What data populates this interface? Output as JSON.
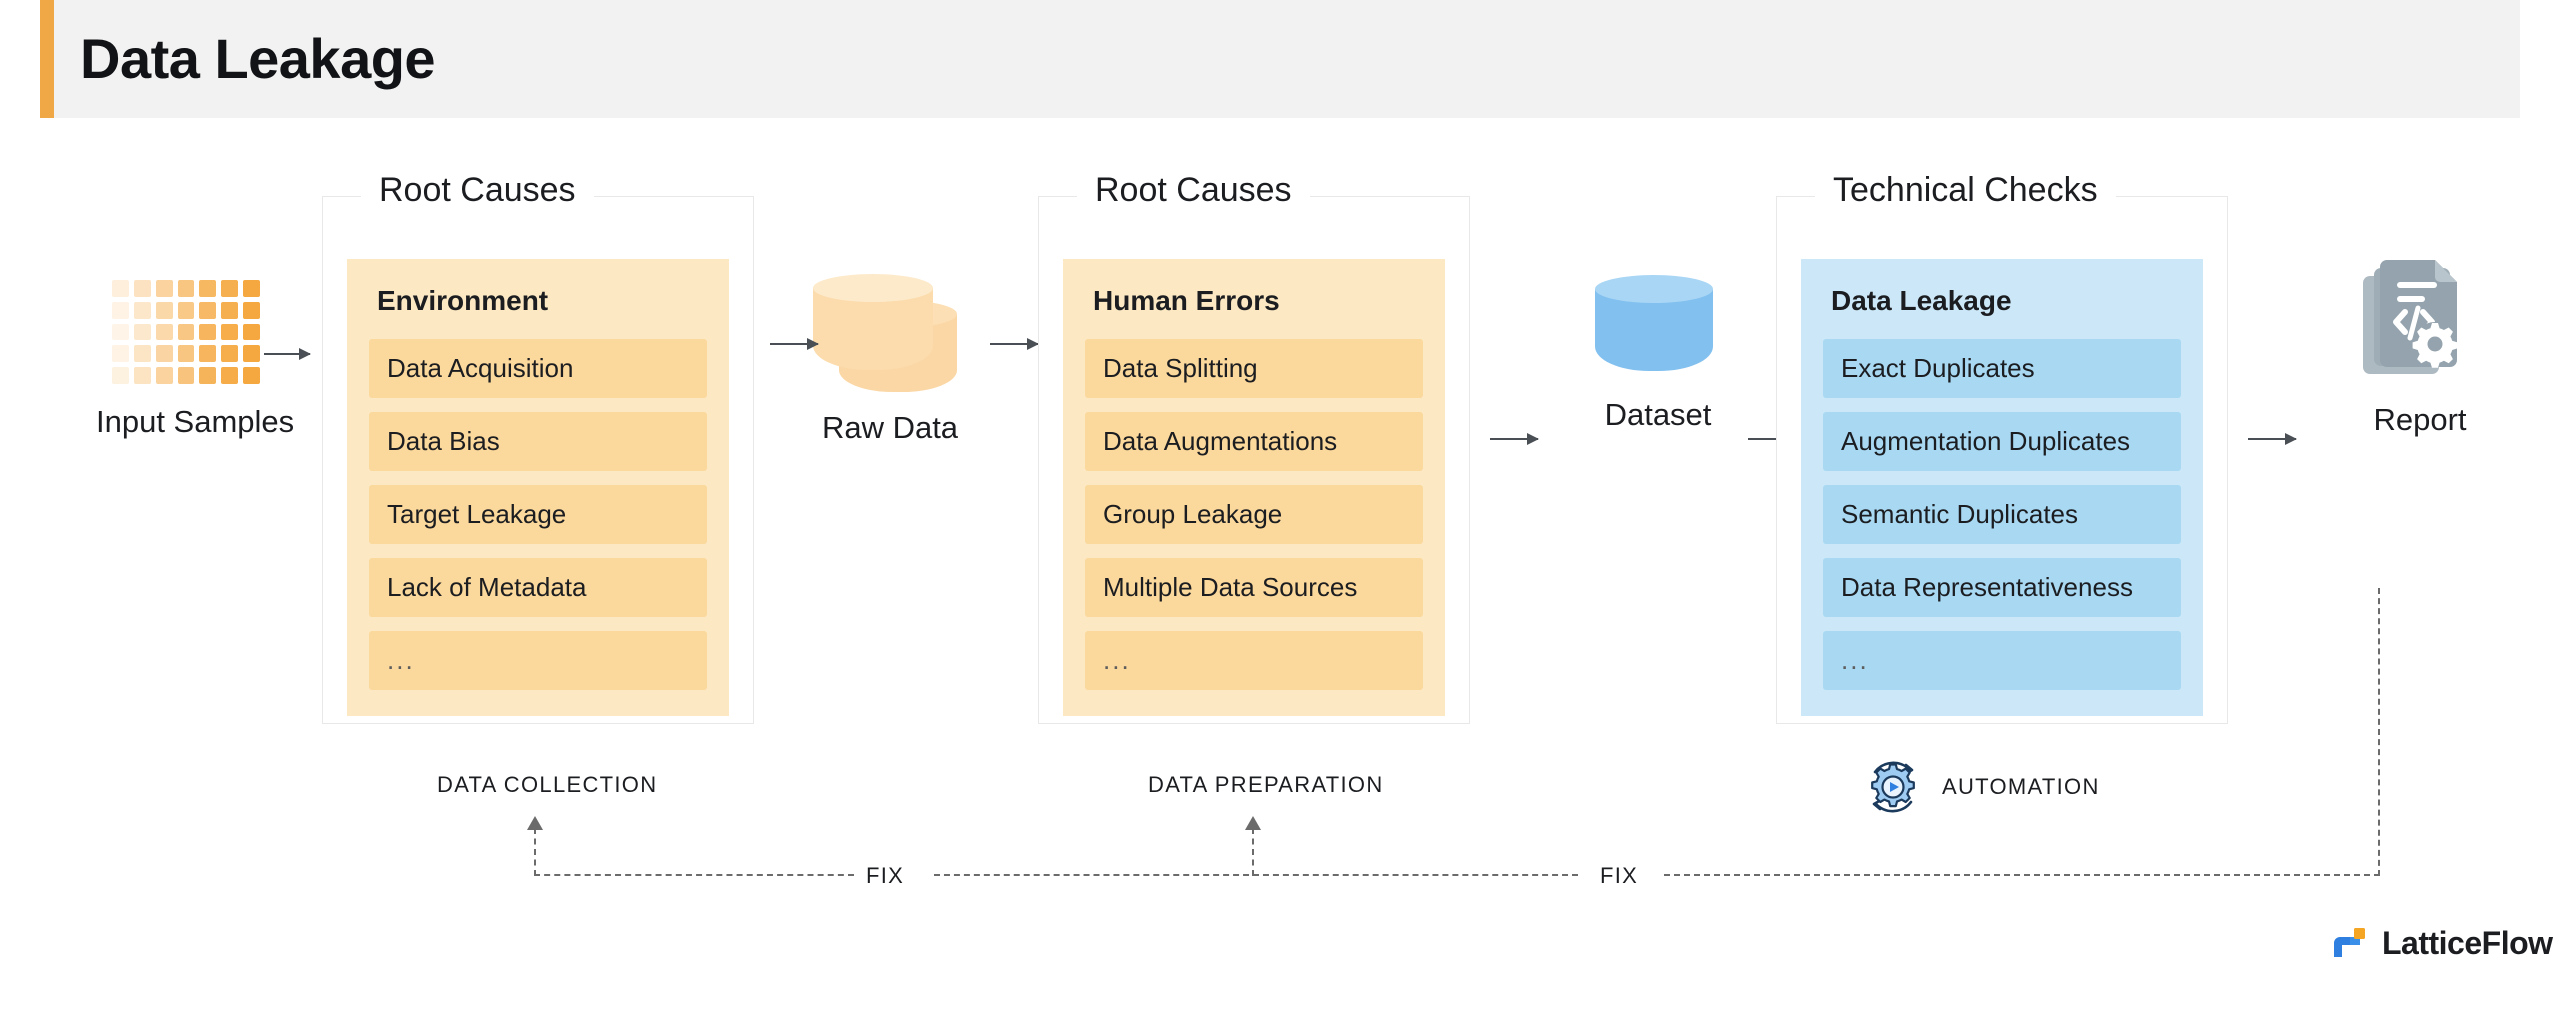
{
  "header": {
    "title": "Data Leakage",
    "accent_color": "#efa845",
    "background_color": "#f2f2f2"
  },
  "flow": {
    "nodes": [
      {
        "id": "input-samples",
        "caption": "Input Samples",
        "icon": "sample-grid-icon",
        "color": "#f5a83f"
      },
      {
        "id": "raw-data",
        "caption": "Raw Data",
        "icon": "database-cylinder-icon",
        "color": "#fbd7a5"
      },
      {
        "id": "dataset",
        "caption": "Dataset",
        "icon": "database-cylinder-icon",
        "color": "#82c0ef"
      },
      {
        "id": "report",
        "caption": "Report",
        "icon": "report-document-icon",
        "color": "#9aa8b0"
      }
    ]
  },
  "panels": [
    {
      "id": "panel-data-collection",
      "title": "Root Causes",
      "theme": "orange",
      "group_title": "Environment",
      "items": [
        "Data Acquisition",
        "Data Bias",
        "Target Leakage",
        "Lack of Metadata",
        "..."
      ]
    },
    {
      "id": "panel-data-preparation",
      "title": "Root Causes",
      "theme": "orange",
      "group_title": "Human Errors",
      "items": [
        "Data Splitting",
        "Data Augmentations",
        "Group Leakage",
        "Multiple Data Sources",
        "..."
      ]
    },
    {
      "id": "panel-technical-checks",
      "title": "Technical Checks",
      "theme": "blue",
      "group_title": "Data Leakage",
      "items": [
        "Exact Duplicates",
        "Augmentation Duplicates",
        "Semantic Duplicates",
        "Data Representativeness",
        "..."
      ]
    }
  ],
  "stages": {
    "data_collection": "DATA COLLECTION",
    "data_preparation": "DATA PREPARATION",
    "automation": "AUTOMATION"
  },
  "feedback": {
    "fix_left": "FIX",
    "fix_right": "FIX"
  },
  "logo": {
    "text": "LatticeFlow",
    "mark_blue": "#2f7fe0",
    "mark_orange": "#f5a524"
  }
}
